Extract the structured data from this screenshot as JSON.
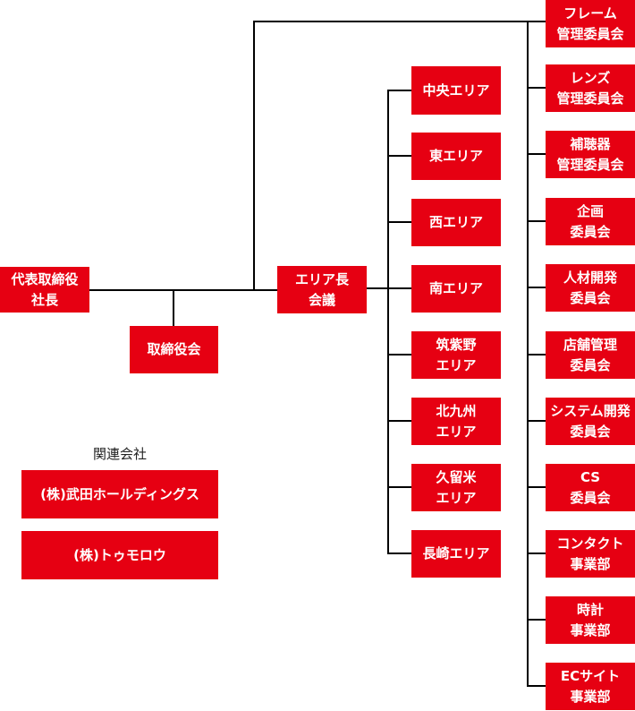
{
  "colors": {
    "box": "#e60012",
    "box_text": "#ffffff",
    "line": "#000000"
  },
  "ceo": {
    "line1": "代表取締役",
    "line2": "社長"
  },
  "board": {
    "label": "取締役会"
  },
  "area_council": {
    "line1": "エリア長",
    "line2": "会議"
  },
  "areas": [
    {
      "line1": "中央エリア"
    },
    {
      "line1": "東エリア"
    },
    {
      "line1": "西エリア"
    },
    {
      "line1": "南エリア"
    },
    {
      "line1": "筑紫野",
      "line2": "エリア"
    },
    {
      "line1": "北九州",
      "line2": "エリア"
    },
    {
      "line1": "久留米",
      "line2": "エリア"
    },
    {
      "line1": "長崎エリア"
    }
  ],
  "committees": [
    {
      "line1": "フレーム",
      "line2": "管理委員会"
    },
    {
      "line1": "レンズ",
      "line2": "管理委員会"
    },
    {
      "line1": "補聴器",
      "line2": "管理委員会"
    },
    {
      "line1": "企画",
      "line2": "委員会"
    },
    {
      "line1": "人材開発",
      "line2": "委員会"
    },
    {
      "line1": "店舗管理",
      "line2": "委員会"
    },
    {
      "line1": "システム開発",
      "line2": "委員会"
    },
    {
      "line1": "CS",
      "line2": "委員会"
    },
    {
      "line1": "コンタクト",
      "line2": "事業部"
    },
    {
      "line1": "時計",
      "line2": "事業部"
    },
    {
      "line1": "ECサイト",
      "line2": "事業部"
    }
  ],
  "related": {
    "heading": "関連会社",
    "companies": [
      {
        "name": "(株)武田ホールディングス"
      },
      {
        "name": "(株)トゥモロウ"
      }
    ]
  }
}
